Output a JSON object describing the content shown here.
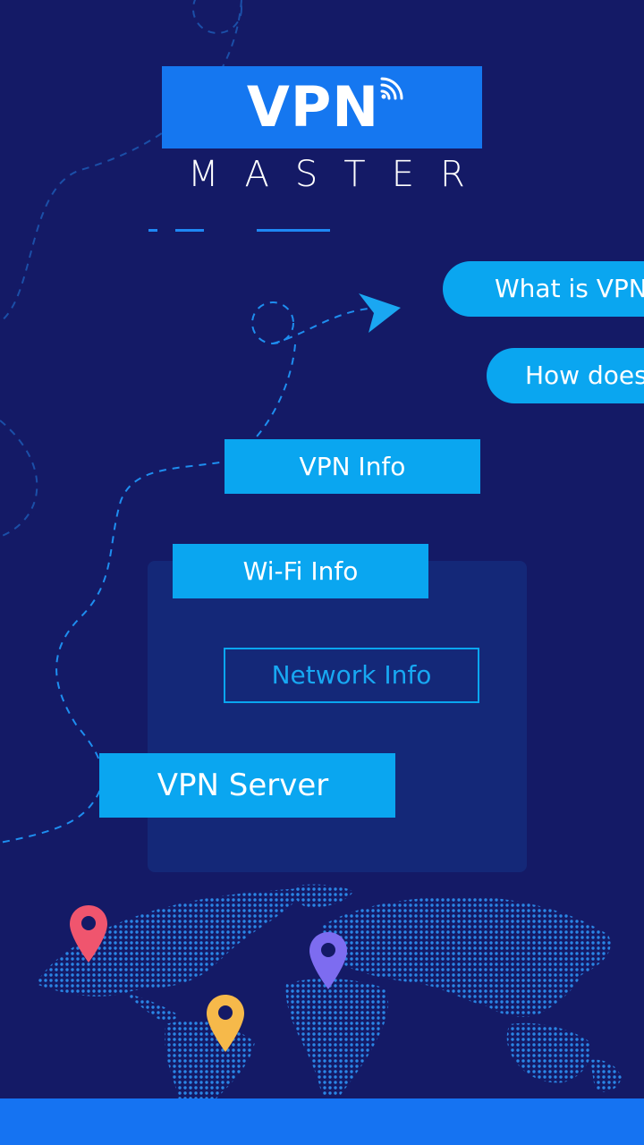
{
  "logo": {
    "title": "VPN",
    "subtitle": "MASTER"
  },
  "menu": {
    "what_is_vpn": "What is VPN ?",
    "how_does": "How does it work ?",
    "vpn_info": "VPN Info",
    "wifi_info": "Wi-Fi Info",
    "network_info": "Network Info",
    "vpn_server": "VPN Server"
  },
  "map": {
    "pins": [
      {
        "name": "red-pin",
        "color": "#f0556e"
      },
      {
        "name": "purple-pin",
        "color": "#7d6cf0"
      },
      {
        "name": "yellow-pin",
        "color": "#f6b94a"
      }
    ]
  },
  "colors": {
    "background": "#141a66",
    "accent_blue": "#1577f0",
    "button_cyan": "#0aa6f0",
    "panel": "#142878"
  }
}
